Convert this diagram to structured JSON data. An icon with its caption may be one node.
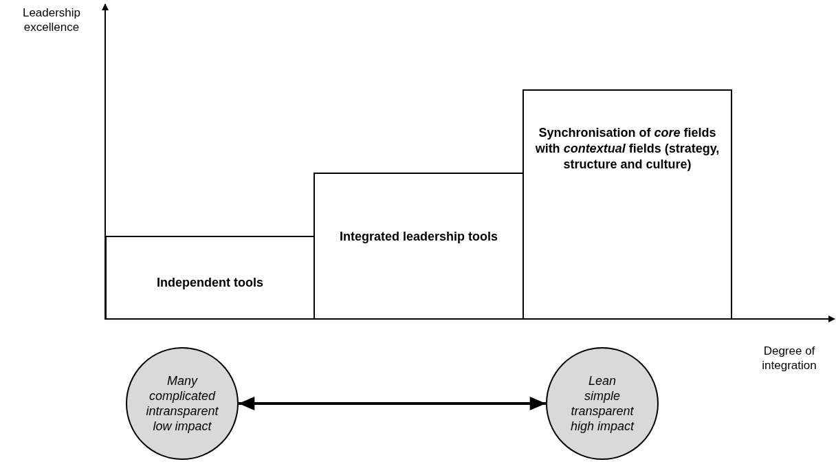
{
  "diagram": {
    "nodes": [
      {
        "text": [
          "Independent tools"
        ]
      },
      {
        "text": [
          "Integrated leadership tools"
        ]
      },
      {
        "text": [
          "Synchronisation of *core* fields with *contextual* fields (strategy, structure and culture)"
        ]
      },
      {
        "text": [
          "Many",
          "complicated",
          "intransparent",
          "low impact"
        ]
      },
      {
        "text": [
          "Lean",
          "simple",
          "transparent",
          "high impact"
        ]
      }
    ],
    "edges": [
      {
        "from": 3,
        "to": 4,
        "arrow": "both"
      }
    ],
    "labels": [
      "Leadership excellence",
      "Degree of integration"
    ]
  }
}
